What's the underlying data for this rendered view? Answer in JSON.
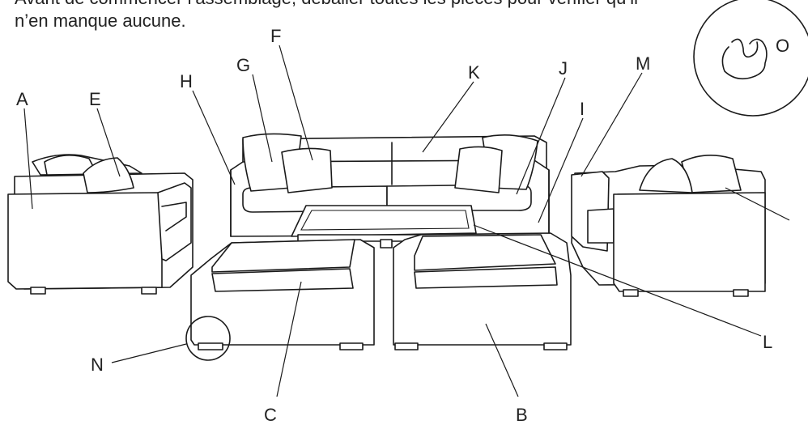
{
  "instructions": {
    "line1": "Avant de commencer l’assemblage, déballer toutes les pièces pour vérifier qu’il",
    "line2": "n’en manque aucune."
  },
  "part_labels": {
    "A": "A",
    "B": "B",
    "C": "C",
    "E": "E",
    "F": "F",
    "G": "G",
    "H": "H",
    "I": "I",
    "J": "J",
    "K": "K",
    "L": "L",
    "M": "M",
    "N": "N",
    "O": "O"
  }
}
